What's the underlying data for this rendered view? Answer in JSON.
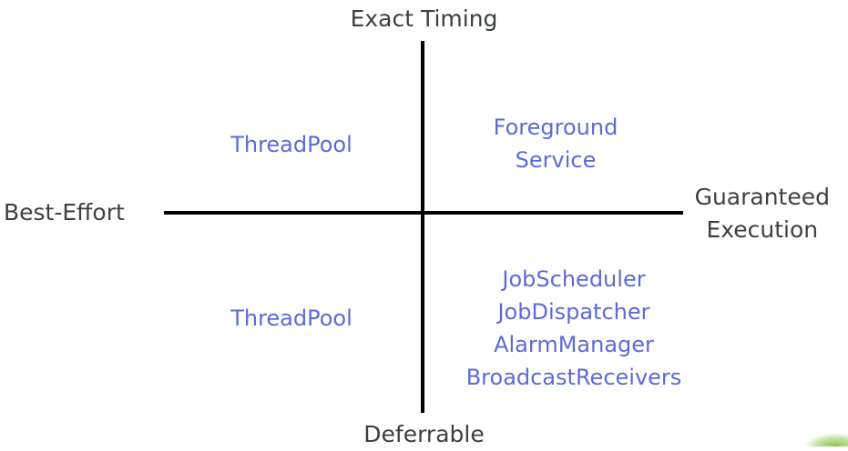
{
  "axes": {
    "top": "Exact Timing",
    "bottom": "Deferrable",
    "left": "Best-Effort",
    "right": [
      "Guaranteed",
      "Execution"
    ]
  },
  "quadrants": {
    "top_left": [
      "ThreadPool"
    ],
    "top_right": [
      "Foreground",
      "Service"
    ],
    "bottom_left": [
      "ThreadPool"
    ],
    "bottom_right": [
      "JobScheduler",
      "JobDispatcher",
      "AlarmManager",
      "BroadcastReceivers"
    ]
  },
  "colors": {
    "axis_line": "#000000",
    "axis_label": "#3c4043",
    "item_text": "#5c6bd6"
  }
}
